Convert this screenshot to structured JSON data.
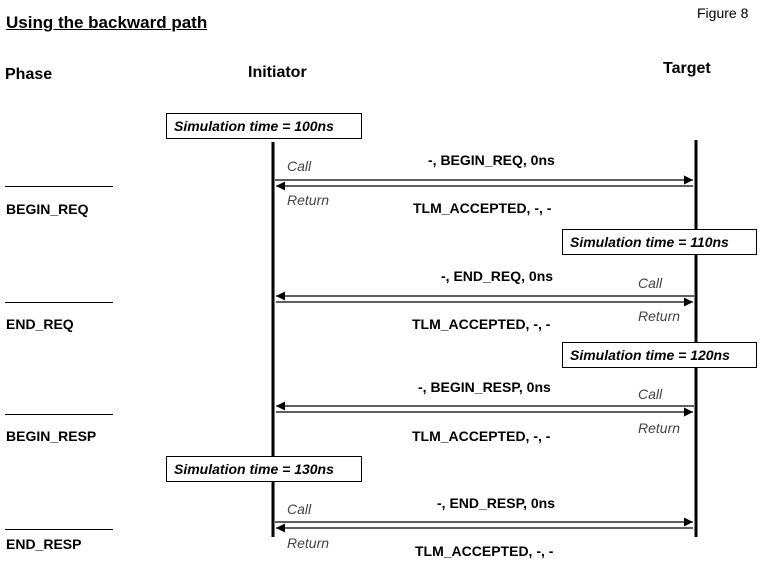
{
  "title": "Using the backward path",
  "figure_label": "Figure 8",
  "columns": {
    "phase": "Phase",
    "initiator": "Initiator",
    "target": "Target"
  },
  "sim_times": [
    "Simulation time = 100ns",
    "Simulation time = 110ns",
    "Simulation time = 120ns",
    "Simulation time = 130ns"
  ],
  "phases": [
    "BEGIN_REQ",
    "END_REQ",
    "BEGIN_RESP",
    "END_RESP"
  ],
  "call_label": "Call",
  "return_label": "Return",
  "messages": [
    {
      "call": "-, BEGIN_REQ, 0ns",
      "ret": "TLM_ACCEPTED, -, -",
      "direction": "forward"
    },
    {
      "call": "-, END_REQ, 0ns",
      "ret": "TLM_ACCEPTED, -, -",
      "direction": "backward"
    },
    {
      "call": "-, BEGIN_RESP, 0ns",
      "ret": "TLM_ACCEPTED, -, -",
      "direction": "backward"
    },
    {
      "call": "-, END_RESP, 0ns",
      "ret": "TLM_ACCEPTED, -, -",
      "direction": "forward"
    }
  ]
}
